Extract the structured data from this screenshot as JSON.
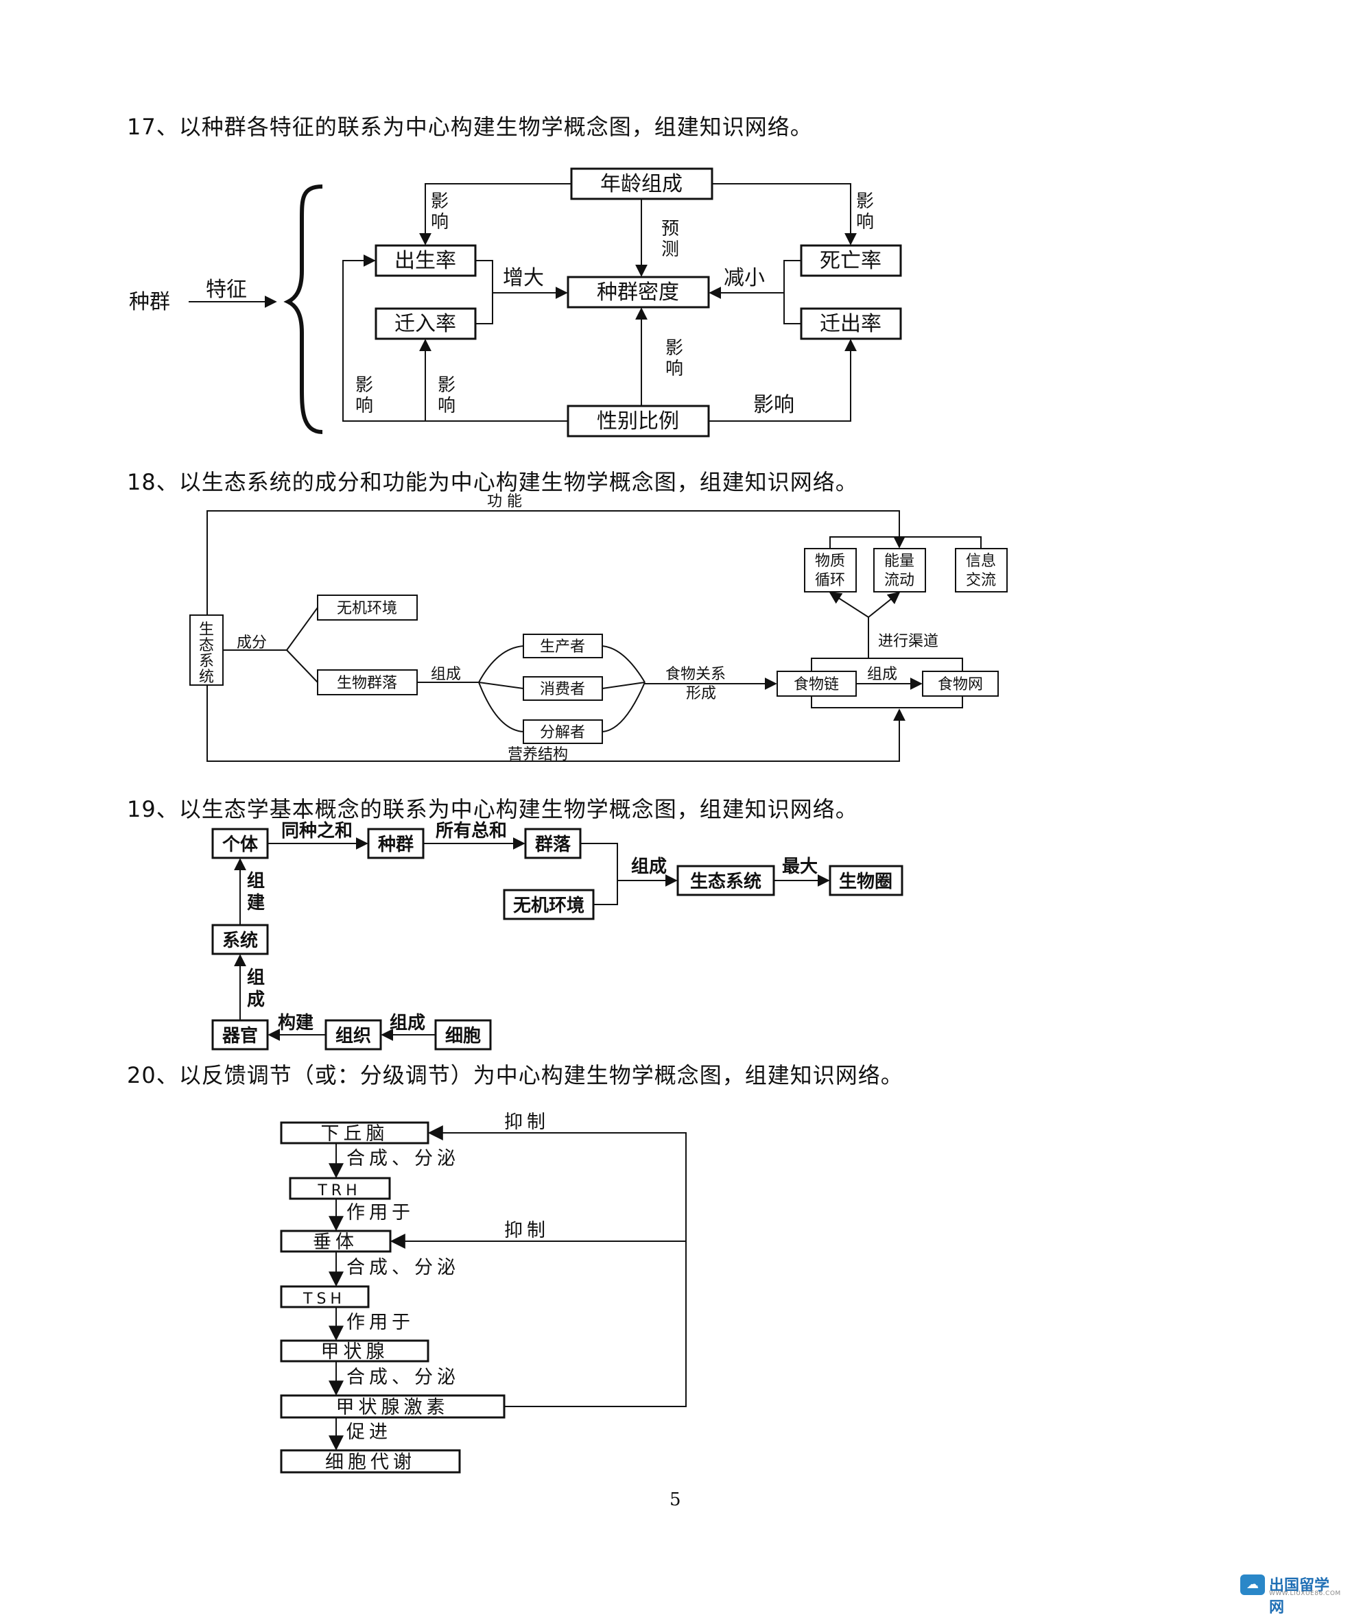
{
  "q17": {
    "title": "17、以种群各特征的联系为中心构建生物学概念图，组建知识网络。",
    "zhongqun": "种群",
    "tezheng": "特征",
    "nianling": "年龄组成",
    "chusheng": "出生率",
    "qianru": "迁入率",
    "midu": "种群密度",
    "siwang": "死亡率",
    "qianchu": "迁出率",
    "xingbie": "性别比例",
    "yingxiang": "影响",
    "ying": "影",
    "xiang": "响",
    "zengda": "增大",
    "jianxiao": "减小",
    "yu": "预",
    "ce": "测"
  },
  "q18": {
    "title": "18、以生态系统的成分和功能为中心构建生物学概念图，组建知识网络。",
    "gongneng": "功    能",
    "shengtai": [
      "生",
      "态",
      "系",
      "统"
    ],
    "chengfen": "成分",
    "wuji": "无机环境",
    "shengwuqunluo": "生物群落",
    "zucheng": "组成",
    "shengchanzhe": "生产者",
    "xiaofeizhe": "消费者",
    "fenjiezhe": "分解者",
    "shiwuguanxi": "食物关系",
    "xingcheng": "形成",
    "shiwulian": "食物链",
    "shiwuwang": "食物网",
    "jinxing": "进行渠道",
    "wuzhi": [
      "物质",
      "循环"
    ],
    "nengliang": [
      "能量",
      "流动"
    ],
    "xinxi": [
      "信息",
      "交流"
    ],
    "yingyang": "营养结构"
  },
  "q19": {
    "title": "19、以生态学基本概念的联系为中心构建生物学概念图，组建知识网络。",
    "geti": "个体",
    "zhongqun": "种群",
    "qunluo": "群落",
    "wujihuanjing": "无机环境",
    "shengtaixitong": "生态系统",
    "shengwuquan": "生物圈",
    "xitong": "系统",
    "qiguan": "器官",
    "zuzhi": "组织",
    "xibao": "细胞",
    "tongzhong": "同种之和",
    "suoyou": "所有总和",
    "zucheng": "组成",
    "zuida": "最大",
    "zu": "组",
    "jian": "建",
    "cheng": "成",
    "goujian": "构建"
  },
  "q20": {
    "title": "20、以反馈调节（或：分级调节）为中心构建生物学概念图，组建知识网络。",
    "xiaqiunao": "下丘脑",
    "trh": "TRH",
    "chuiti": "垂体",
    "tsh": "TSH",
    "jiazhuangxian": "甲状腺",
    "jisu": "甲状腺激素",
    "daixie": "细胞代谢",
    "hecheng": "合成、分泌",
    "zuoyong": "作用于",
    "cujin": "促进",
    "yizhi": "抑制"
  },
  "page_number": "5",
  "watermark": {
    "name": "出国留学网",
    "url": "WWW.LIUXUE86.COM"
  }
}
